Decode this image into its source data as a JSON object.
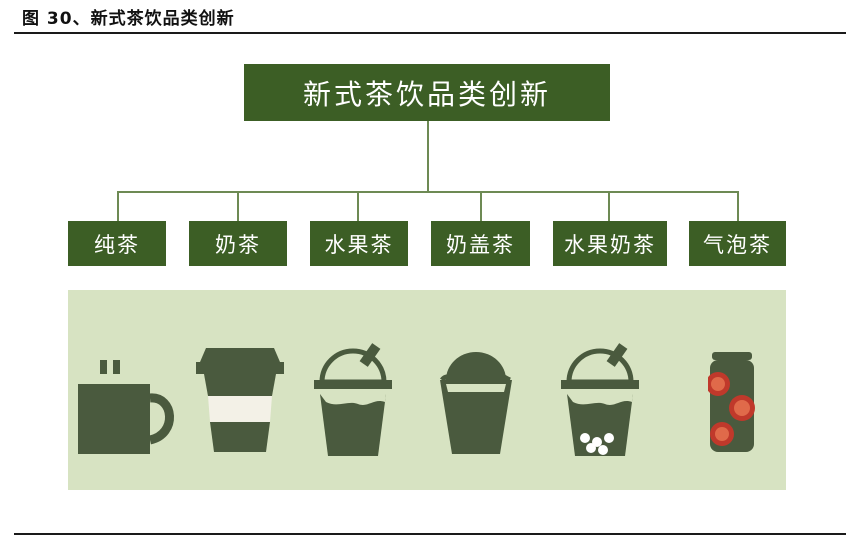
{
  "figure": {
    "title": "图 30、新式茶饮品类创新"
  },
  "diagram": {
    "root": {
      "label": "新式茶饮品类创新"
    },
    "categories": [
      {
        "label": "纯茶",
        "icon": "hot-tea-mug-icon"
      },
      {
        "label": "奶茶",
        "icon": "milk-tea-cup-icon"
      },
      {
        "label": "水果茶",
        "icon": "fruit-tea-dome-cup-icon"
      },
      {
        "label": "奶盖茶",
        "icon": "cheese-foam-tea-cup-icon"
      },
      {
        "label": "水果奶茶",
        "icon": "boba-fruit-milk-tea-cup-icon"
      },
      {
        "label": "气泡茶",
        "icon": "sparkling-tea-can-icon"
      }
    ]
  },
  "colors": {
    "box_fill": "#3c5e25",
    "connector": "#6d8a54",
    "panel_bg": "#d7e3c2",
    "icon_fill": "#4a5a3e",
    "accent_red": "#c0392b"
  }
}
